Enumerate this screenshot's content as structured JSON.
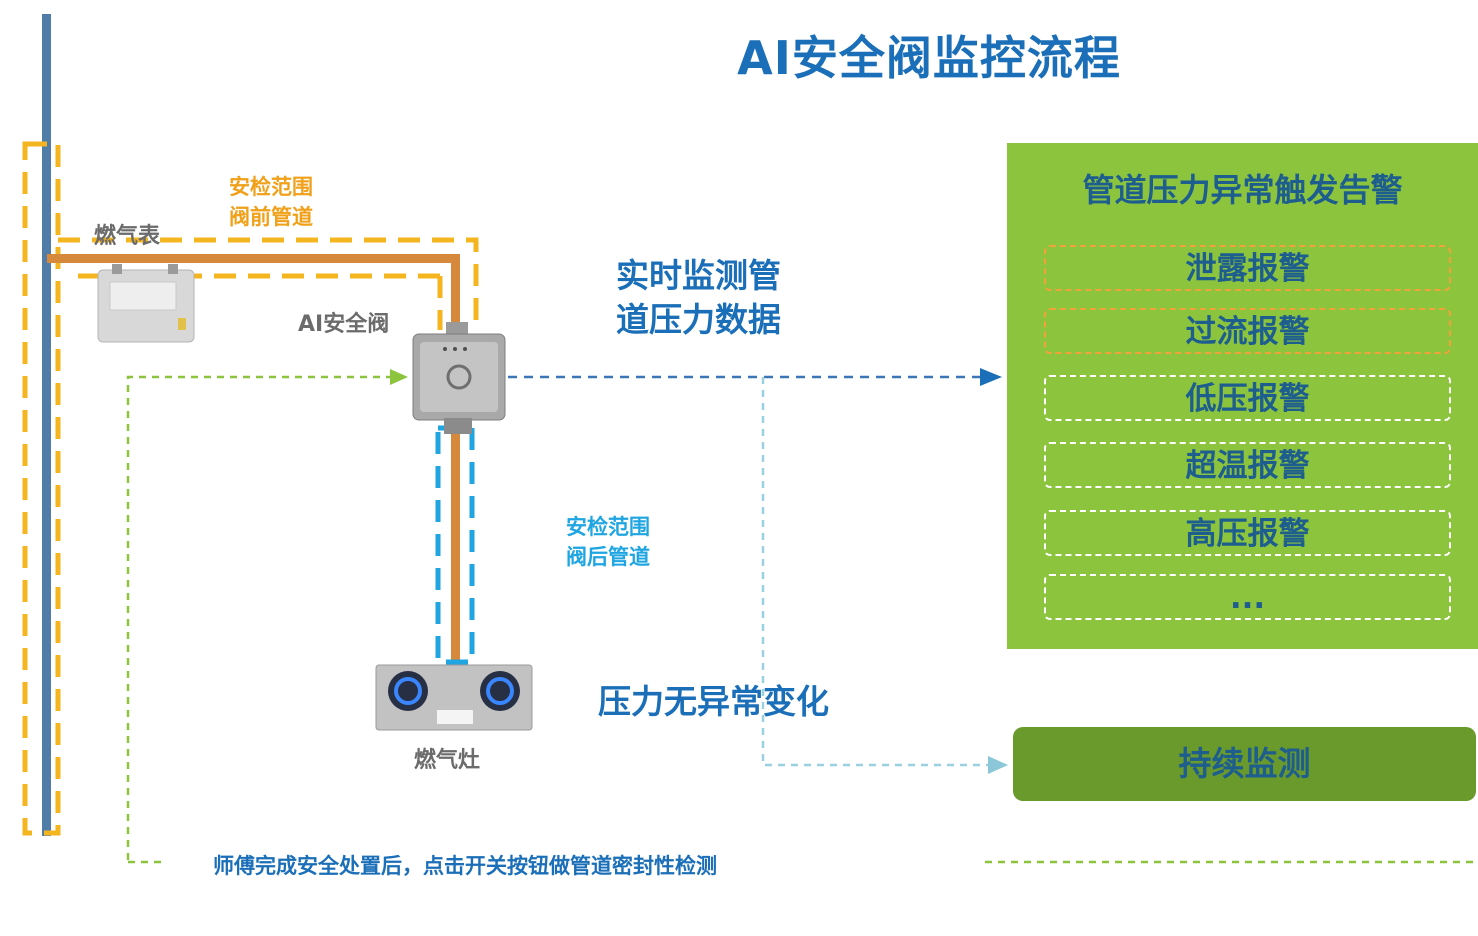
{
  "title": "AI安全阀监控流程",
  "labels": {
    "inspect_before": [
      "安检范围",
      "阀前管道"
    ],
    "inspect_after": [
      "安检范围",
      "阀后管道"
    ],
    "gas_meter": "燃气表",
    "ai_valve": "AI安全阀",
    "gas_stove": "燃气灶",
    "realtime": [
      "实时监测管",
      "道压力数据"
    ],
    "no_change": "压力无异常变化",
    "bottom_note": "师傅完成安全处置后，点击开关按钮做管道密封性检测"
  },
  "alarm_panel": {
    "title": "管道压力异常触发告警",
    "items": [
      "泄露报警",
      "过流报警",
      "低压报警",
      "超温报警",
      "高压报警",
      "..."
    ]
  },
  "continue_box": "持续监测",
  "colors": {
    "title_blue": "#1b6fb8",
    "orange": "#f0a019",
    "cyan": "#1fa6e2",
    "green_panel": "#8cc43d",
    "green_dark": "#6a9a2b",
    "pipe": "#d6893a",
    "riser": "#4f7da8"
  }
}
